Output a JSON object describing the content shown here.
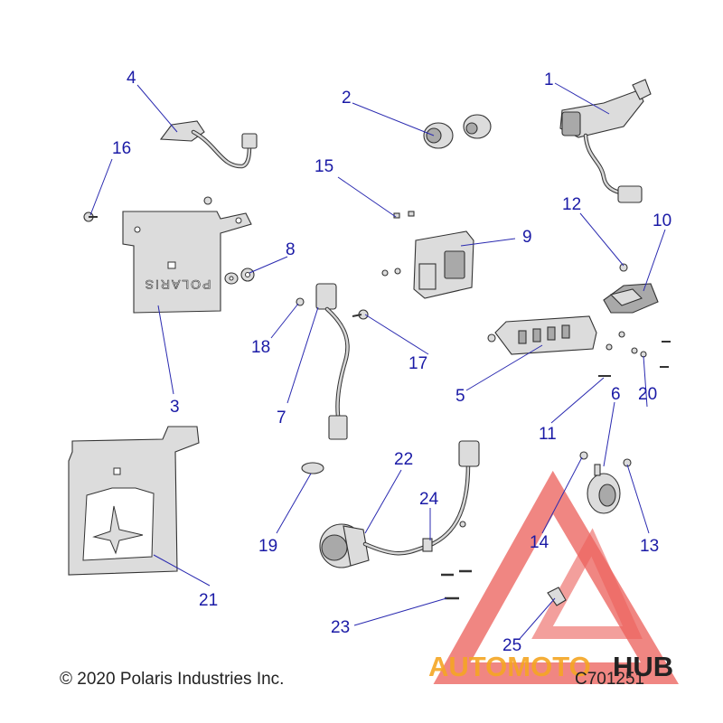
{
  "callouts": [
    {
      "id": "1",
      "text": "1"
    },
    {
      "id": "2",
      "text": "2"
    },
    {
      "id": "3",
      "text": "3"
    },
    {
      "id": "4",
      "text": "4"
    },
    {
      "id": "5",
      "text": "5"
    },
    {
      "id": "6",
      "text": "6"
    },
    {
      "id": "7",
      "text": "7"
    },
    {
      "id": "8",
      "text": "8"
    },
    {
      "id": "9",
      "text": "9"
    },
    {
      "id": "10",
      "text": "10"
    },
    {
      "id": "11",
      "text": "11"
    },
    {
      "id": "12",
      "text": "12"
    },
    {
      "id": "13",
      "text": "13"
    },
    {
      "id": "14",
      "text": "14"
    },
    {
      "id": "15",
      "text": "15"
    },
    {
      "id": "16",
      "text": "16"
    },
    {
      "id": "17",
      "text": "17"
    },
    {
      "id": "18",
      "text": "18"
    },
    {
      "id": "19",
      "text": "19"
    },
    {
      "id": "20",
      "text": "20"
    },
    {
      "id": "21",
      "text": "21"
    },
    {
      "id": "22",
      "text": "22"
    },
    {
      "id": "23",
      "text": "23"
    },
    {
      "id": "24",
      "text": "24"
    },
    {
      "id": "25",
      "text": "25"
    }
  ],
  "plate_stamp": "POLARIS",
  "footer": {
    "copyright": "© 2020 Polaris Industries Inc.",
    "drawing_code": "C701251"
  },
  "watermark": {
    "text_part1": "AUTOMOTO",
    "text_part2": "HUB",
    "color_red": "#e8423c",
    "color_orange": "#f5a623",
    "color_dark": "#222222"
  },
  "colors": {
    "callout": "#1a1aa6",
    "line_art": "#333333"
  }
}
